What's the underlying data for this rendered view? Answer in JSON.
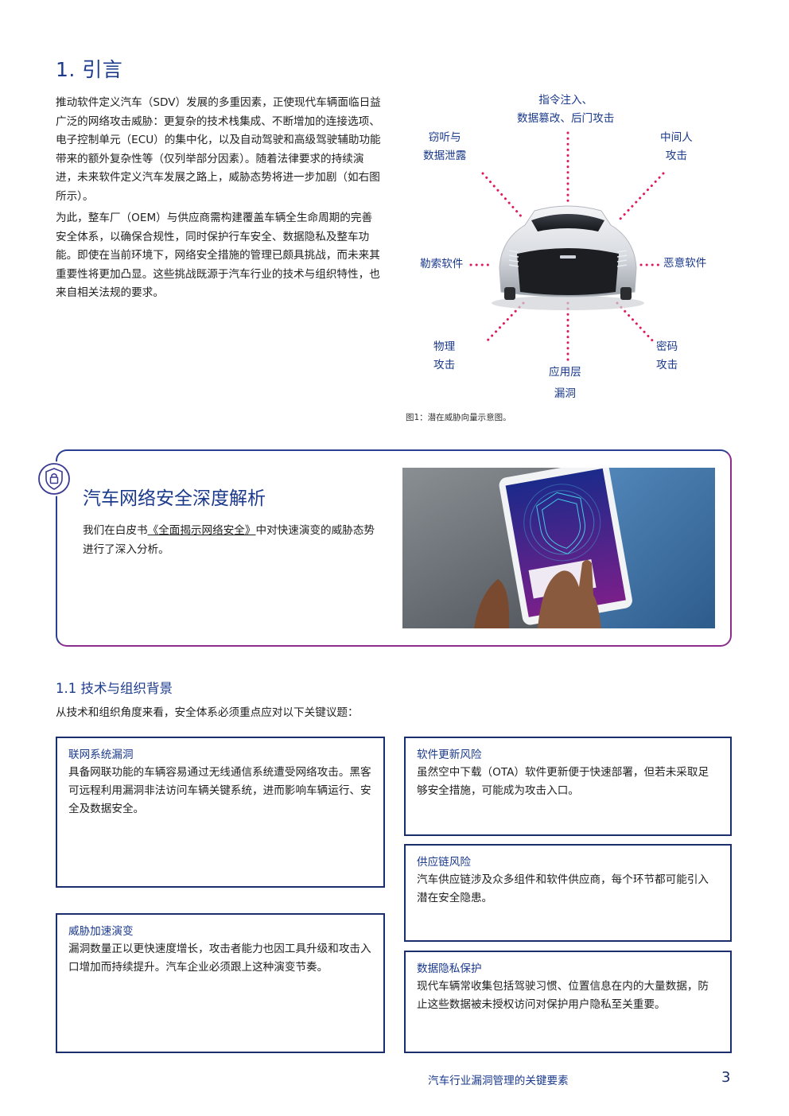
{
  "section": {
    "title": "1. 引言",
    "para1": "推动软件定义汽车（SDV）发展的多重因素，正使现代车辆面临日益广泛的网络攻击威胁：更复杂的技术栈集成、不断增加的连接选项、电子控制单元（ECU）的集中化，以及自动驾驶和高级驾驶辅助功能带来的额外复杂性等（仅列举部分因素）。随着法律要求的持续演进，未来软件定义汽车发展之路上，威胁态势将进一步加剧（如右图所示）。",
    "para2": "为此，整车厂（OEM）与供应商需构建覆盖车辆全生命周期的完善安全体系，以确保合规性，同时保护行车安全、数据隐私及整车功能。即使在当前环境下，网络安全措施的管理已颇具挑战，而未来其重要性将更加凸显。这些挑战既源于汽车行业的技术与组织特性，也来自相关法规的要求。"
  },
  "diagram": {
    "top_line1": "指令注入、",
    "top_line2": "数据篡改、后门攻击",
    "topleft_line1": "窃听与",
    "topleft_line2": "数据泄露",
    "topright_line1": "中间人",
    "topright_line2": "攻击",
    "left": "勒索软件",
    "right": "恶意软件",
    "bottomleft_line1": "物理",
    "bottomleft_line2": "攻击",
    "bottom_line1": "应用层",
    "bottom_line2": "漏洞",
    "bottomright_line1": "密码",
    "bottomright_line2": "攻击",
    "caption": "图1：潜在威胁向量示意图。",
    "accent_color": "#e0195a"
  },
  "highlight": {
    "icon": "lock-icon",
    "title": "汽车网络安全深度解析",
    "text_before": "我们在白皮书",
    "link": "《全面揭示网络安全》",
    "text_after": "中对快速演变的威胁态势进行了深入分析。"
  },
  "subsection": {
    "title": "1.1 技术与组织背景",
    "lead": "从技术和组织角度来看，安全体系必须重点应对以下关键议题："
  },
  "cards": [
    {
      "title": "联网系统漏洞",
      "text": "具备网联功能的车辆容易通过无线通信系统遭受网络攻击。黑客可远程利用漏洞非法访问车辆关键系统，进而影响车辆运行、安全及数据安全。"
    },
    {
      "title": "威胁加速演变",
      "text": "漏洞数量正以更快速度增长，攻击者能力也因工具升级和攻击入口增加而持续提升。汽车企业必须跟上这种演变节奏。"
    },
    {
      "title": "软件更新风险",
      "text": "虽然空中下载（OTA）软件更新便于快速部署，但若未采取足够安全措施，可能成为攻击入口。"
    },
    {
      "title": "供应链风险",
      "text": "汽车供应链涉及众多组件和软件供应商，每个环节都可能引入潜在安全隐患。"
    },
    {
      "title": "数据隐私保护",
      "text": "现代车辆常收集包括驾驶习惯、位置信息在内的大量数据，防止这些数据被未授权访问对保护用户隐私至关重要。"
    }
  ],
  "footer": {
    "doc_title": "汽车行业漏洞管理的关键要素",
    "page_number": "3"
  }
}
